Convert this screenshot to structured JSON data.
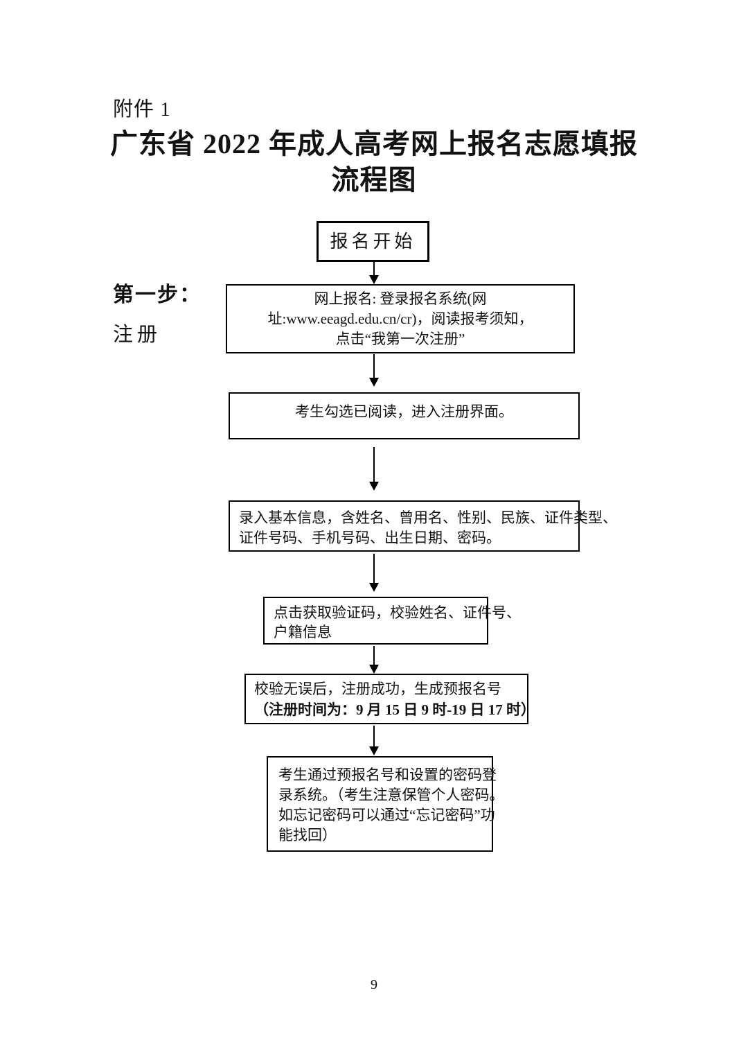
{
  "document": {
    "attachment_label": "附件 1",
    "title_line1": "广东省 2022 年成人高考网上报名志愿填报",
    "title_line2": "流程图",
    "page_number": "9"
  },
  "step": {
    "label": "第一步：",
    "sublabel": "注册"
  },
  "flow": {
    "start": {
      "text": "报名开始"
    },
    "login": {
      "line1": "网上报名: 登录报名系统(网",
      "line2": "址:www.eeagd.edu.cn/cr)，阅读报考须知，",
      "line3": "点击“我第一次注册”"
    },
    "read": {
      "line1": "考生勾选已阅读，进入注册界面。"
    },
    "info": {
      "line1": "录入基本信息，含姓名、曾用名、性别、民族、证件类型、",
      "line2": "证件号码、手机号码、出生日期、密码。"
    },
    "code": {
      "line1": "点击获取验证码，校验姓名、证件号、",
      "line2": "户籍信息"
    },
    "success": {
      "line1": "校验无误后，注册成功，生成预报名号",
      "line2": "（注册时间为：9 月 15 日 9 时-19 日 17 时）"
    },
    "account": {
      "line1": "考生通过预报名号和设置的密码登",
      "line2": "录系统。（考生注意保管个人密码。",
      "line3": "如忘记密码可以通过“忘记密码”功",
      "line4": "能找回）"
    }
  },
  "colors": {
    "text": "#121212",
    "border": "#000000",
    "background": "#ffffff"
  }
}
